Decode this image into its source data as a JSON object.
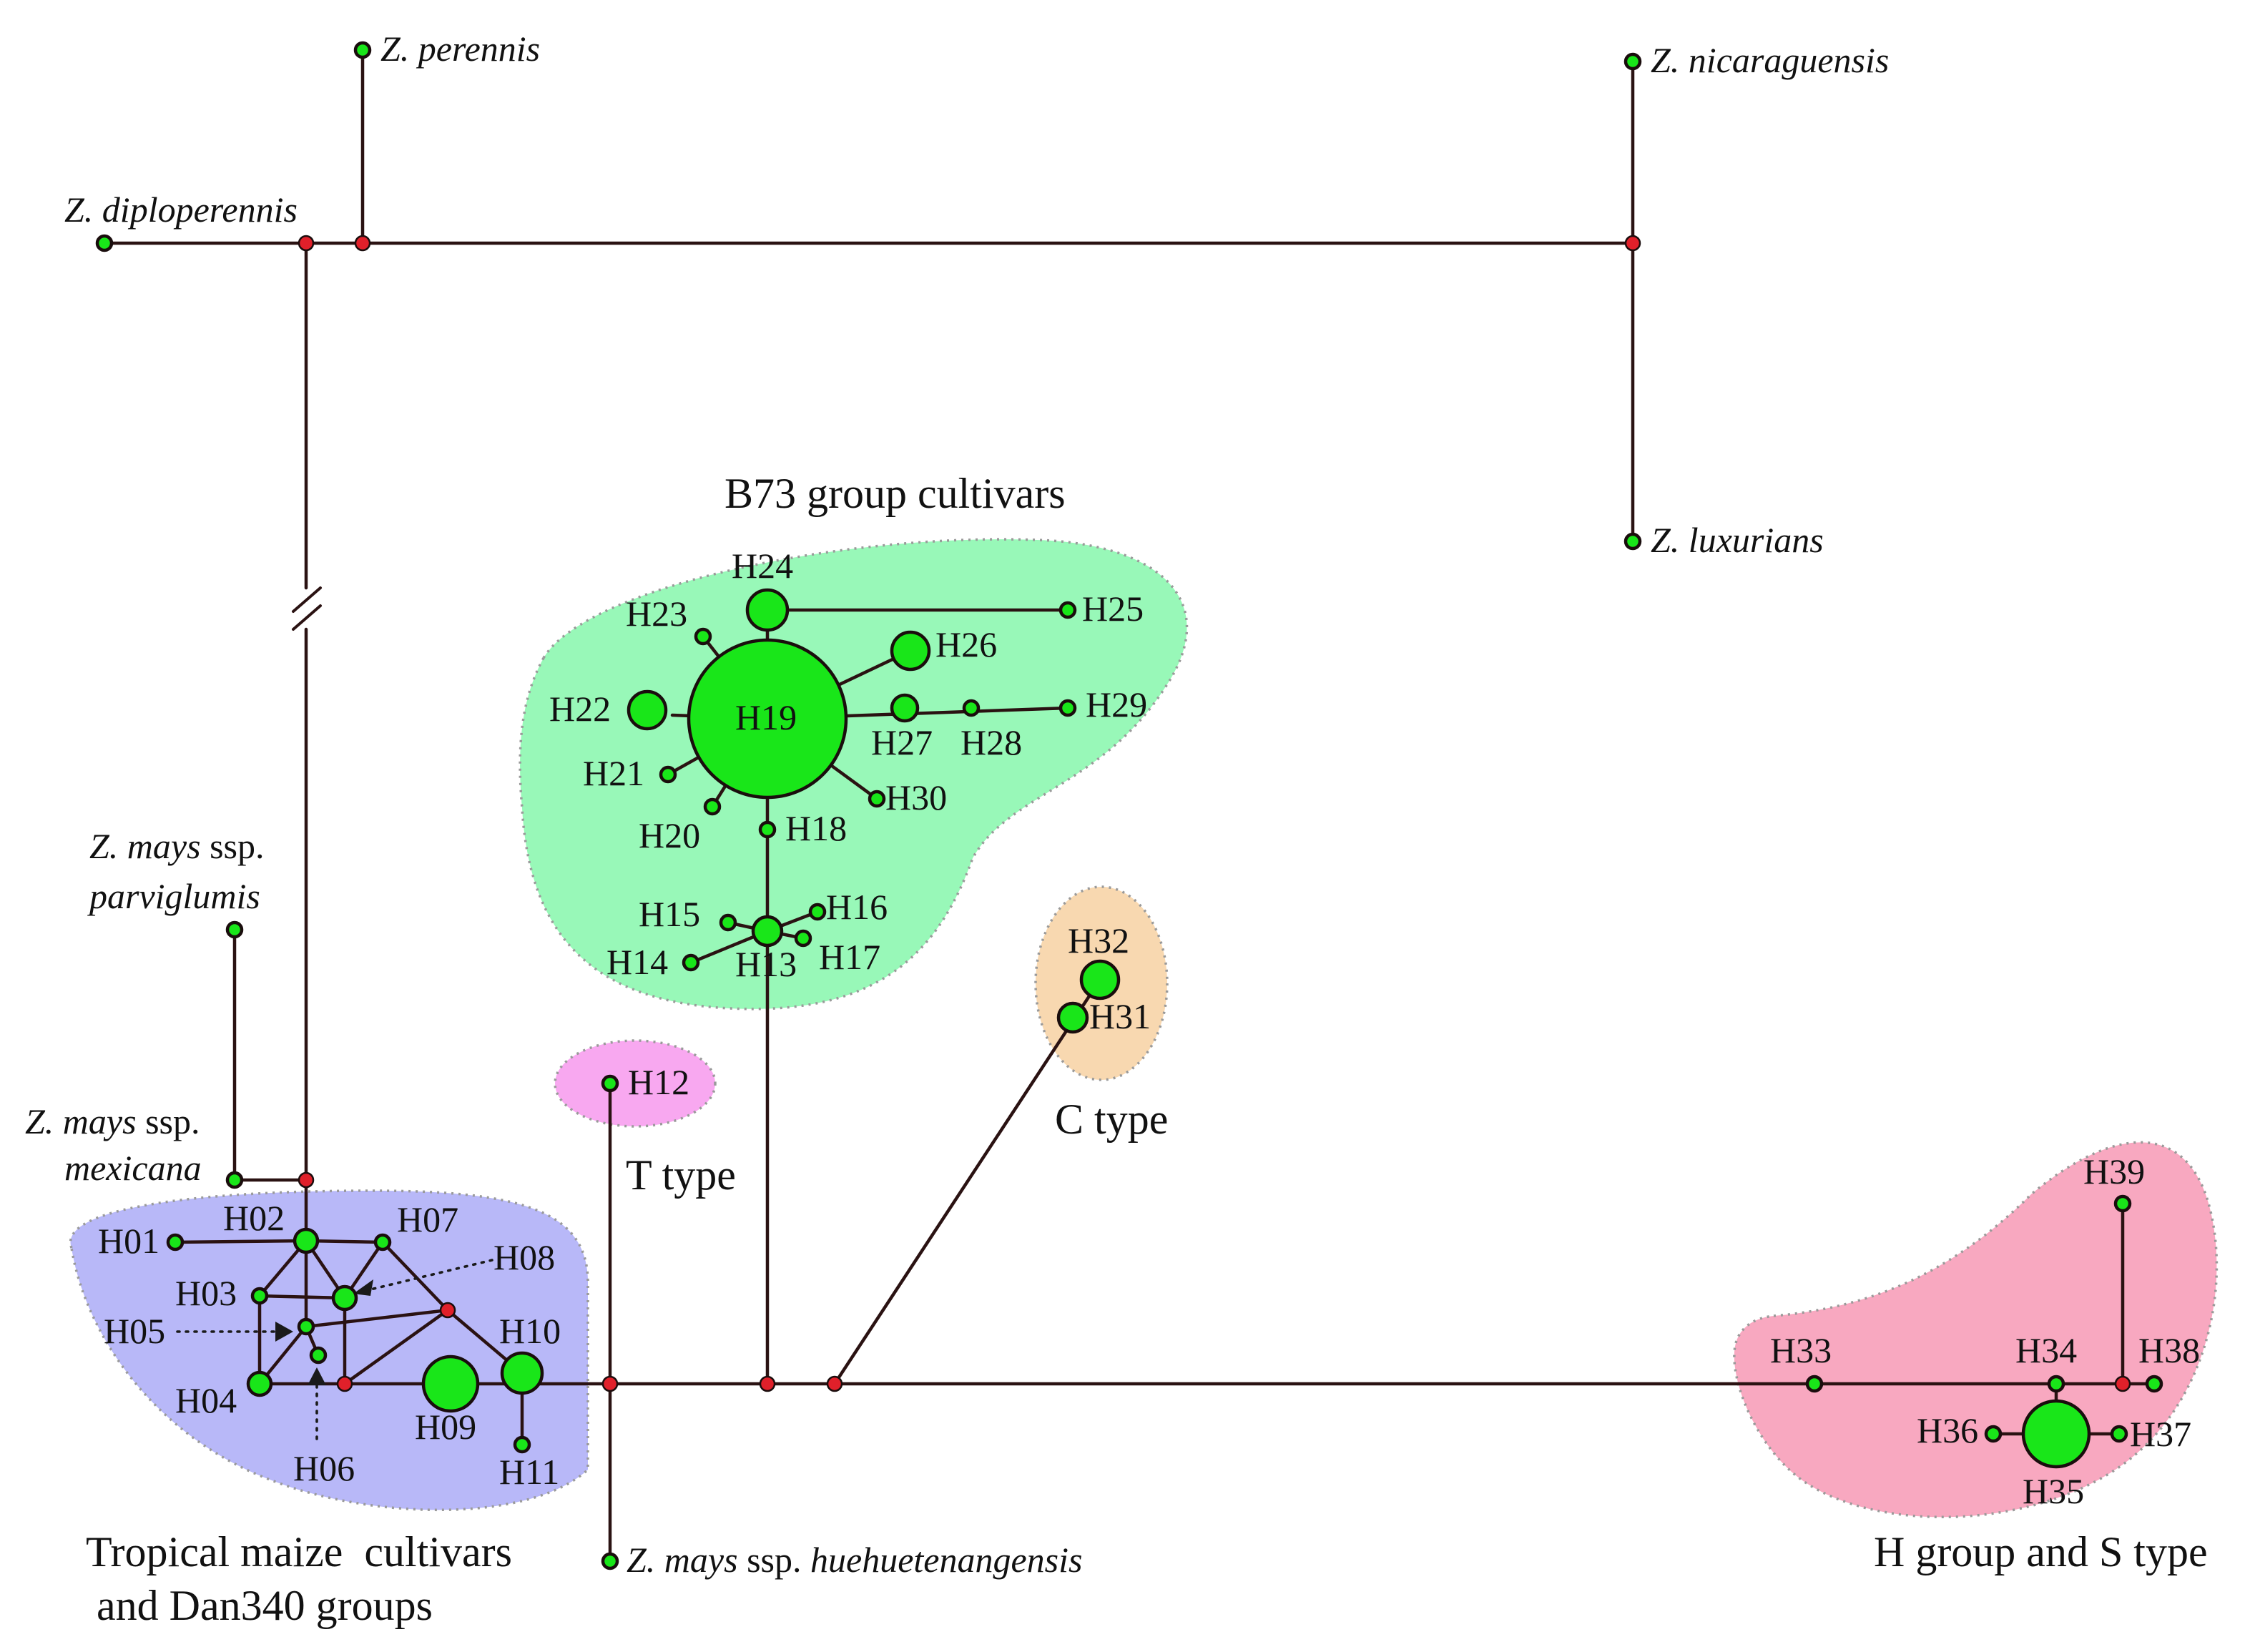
{
  "colors": {
    "tropical_group": "#b8b8f8",
    "b73_group": "#98f8b8",
    "t_type": "#f8a8f0",
    "c_type": "#f8d8b0",
    "h_group": "#f8a8c0",
    "node_sampled": "#19e619",
    "node_median_vector": "#e0202a",
    "edge": "#2a1212"
  },
  "groups": {
    "tropical": "Tropical maize  cultivars",
    "tropical_line2": "and Dan340 groups",
    "b73": "B73 group cultivars",
    "t_type": "T type",
    "c_type": "C type",
    "h_group": "H group and S type"
  },
  "taxa": {
    "perennis": "Z. perennis",
    "diploperennis": "Z. diploperennis",
    "nicaraguensis": "Z. nicaraguensis",
    "luxurians": "Z. luxurians",
    "parviglumis_1": "Z. mays",
    "parviglumis_2": " ssp.",
    "parviglumis_3": "parviglumis",
    "mexicana_1": "Z. mays",
    "mexicana_2": " ssp.",
    "mexicana_3": "mexicana",
    "huehuetenangensis_1": "Z. mays",
    "huehuetenangensis_2": " ssp. ",
    "huehuetenangensis_3": "huehuetenangensis"
  },
  "haplotypes": {
    "H01": "H01",
    "H02": "H02",
    "H03": "H03",
    "H04": "H04",
    "H05": "H05",
    "H06": "H06",
    "H07": "H07",
    "H08": "H08",
    "H09": "H09",
    "H10": "H10",
    "H11": "H11",
    "H12": "H12",
    "H13": "H13",
    "H14": "H14",
    "H15": "H15",
    "H16": "H16",
    "H17": "H17",
    "H18": "H18",
    "H19": "H19",
    "H20": "H20",
    "H21": "H21",
    "H22": "H22",
    "H23": "H23",
    "H24": "H24",
    "H25": "H25",
    "H26": "H26",
    "H27": "H27",
    "H28": "H28",
    "H29": "H29",
    "H30": "H30",
    "H31": "H31",
    "H32": "H32",
    "H33": "H33",
    "H34": "H34",
    "H35": "H35",
    "H36": "H36",
    "H37": "H37",
    "H38": "H38",
    "H39": "H39"
  }
}
